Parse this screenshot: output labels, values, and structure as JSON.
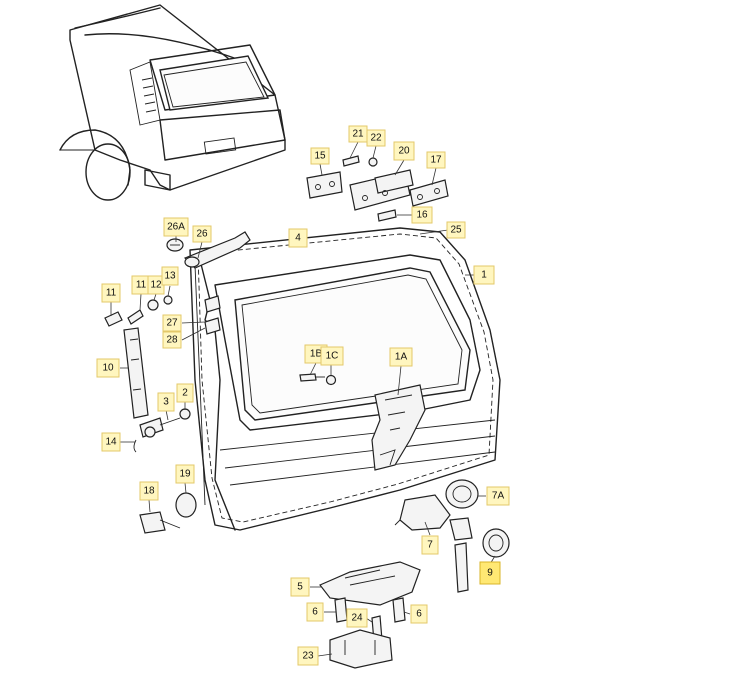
{
  "callouts": [
    {
      "id": "c21",
      "label": "21",
      "highlighted": false
    },
    {
      "id": "c22",
      "label": "22",
      "highlighted": false
    },
    {
      "id": "c20",
      "label": "20",
      "highlighted": false
    },
    {
      "id": "c15",
      "label": "15",
      "highlighted": false
    },
    {
      "id": "c17",
      "label": "17",
      "highlighted": false
    },
    {
      "id": "c16",
      "label": "16",
      "highlighted": false
    },
    {
      "id": "c25",
      "label": "25",
      "highlighted": false
    },
    {
      "id": "c26A",
      "label": "26A",
      "highlighted": false
    },
    {
      "id": "c26",
      "label": "26",
      "highlighted": false
    },
    {
      "id": "c4",
      "label": "4",
      "highlighted": false
    },
    {
      "id": "c1",
      "label": "1",
      "highlighted": false
    },
    {
      "id": "c11a",
      "label": "11",
      "highlighted": false
    },
    {
      "id": "c11b",
      "label": "11",
      "highlighted": false
    },
    {
      "id": "c12",
      "label": "12",
      "highlighted": false
    },
    {
      "id": "c13",
      "label": "13",
      "highlighted": false
    },
    {
      "id": "c27",
      "label": "27",
      "highlighted": false
    },
    {
      "id": "c28",
      "label": "28",
      "highlighted": false
    },
    {
      "id": "c1B",
      "label": "1B",
      "highlighted": false
    },
    {
      "id": "c1C",
      "label": "1C",
      "highlighted": false
    },
    {
      "id": "c1A",
      "label": "1A",
      "highlighted": false
    },
    {
      "id": "c10",
      "label": "10",
      "highlighted": false
    },
    {
      "id": "c3",
      "label": "3",
      "highlighted": false
    },
    {
      "id": "c2",
      "label": "2",
      "highlighted": false
    },
    {
      "id": "c14",
      "label": "14",
      "highlighted": false
    },
    {
      "id": "c19",
      "label": "19",
      "highlighted": false
    },
    {
      "id": "c18",
      "label": "18",
      "highlighted": false
    },
    {
      "id": "c7A",
      "label": "7A",
      "highlighted": false
    },
    {
      "id": "c7",
      "label": "7",
      "highlighted": false
    },
    {
      "id": "c9",
      "label": "9",
      "highlighted": true
    },
    {
      "id": "c5",
      "label": "5",
      "highlighted": false
    },
    {
      "id": "c6a",
      "label": "6",
      "highlighted": false
    },
    {
      "id": "c6b",
      "label": "6",
      "highlighted": false
    },
    {
      "id": "c24",
      "label": "24",
      "highlighted": false
    },
    {
      "id": "c23",
      "label": "23",
      "highlighted": false
    }
  ]
}
